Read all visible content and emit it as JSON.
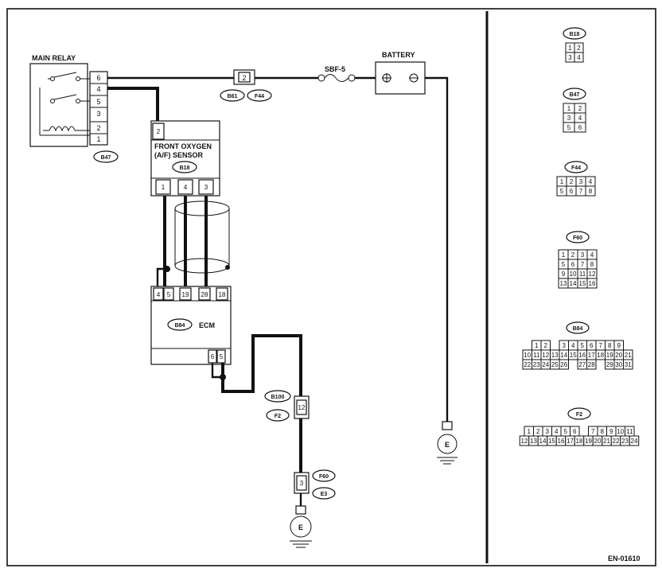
{
  "labels": {
    "main_relay": "MAIN RELAY",
    "battery": "BATTERY",
    "sbf": "SBF-5",
    "sensor_line1": "FRONT OXYGEN",
    "sensor_line2": "(A/F) SENSOR",
    "ecm": "ECM",
    "ground_symbol": "E",
    "figure_code": "EN-01610"
  },
  "connector_codes": {
    "b47": "B47",
    "b61": "B61",
    "f44": "F44",
    "b18": "B18",
    "b84": "B84",
    "b100": "B100",
    "f2": "F2",
    "f60": "F60",
    "e3": "E3"
  },
  "pins": {
    "relay": [
      "6",
      "4",
      "5",
      "3",
      "2",
      "1"
    ],
    "b61": "2",
    "sensor_top": "2",
    "sensor_bottom": [
      "1",
      "4",
      "3"
    ],
    "ecm_top": [
      "4",
      "5",
      "19",
      "28",
      "18"
    ],
    "ecm_bottom": [
      "6",
      "5"
    ],
    "b100": "12",
    "f60": "3"
  },
  "connector_faces": [
    {
      "code": "B18",
      "rows": [
        [
          "1",
          "2"
        ],
        [
          "3",
          "4"
        ]
      ]
    },
    {
      "code": "B47",
      "rows": [
        [
          "1",
          "2"
        ],
        [
          "3",
          "4"
        ],
        [
          "5",
          "6"
        ]
      ]
    },
    {
      "code": "F44",
      "rows": [
        [
          "1",
          "2",
          "3",
          "4"
        ],
        [
          "5",
          "6",
          "7",
          "8"
        ]
      ]
    },
    {
      "code": "F60",
      "rows": [
        [
          "1",
          "2",
          "3",
          "4"
        ],
        [
          "5",
          "6",
          "7",
          "8"
        ],
        [
          "9",
          "10",
          "11",
          "12"
        ],
        [
          "13",
          "14",
          "15",
          "16"
        ]
      ]
    },
    {
      "code": "B84",
      "rows": [
        [
          "1",
          "2",
          "",
          "3",
          "4",
          "5",
          "6",
          "7",
          "8",
          "9"
        ],
        [
          "10",
          "11",
          "12",
          "13",
          "14",
          "15",
          "16",
          "17",
          "18",
          "19",
          "20",
          "21"
        ],
        [
          "22",
          "23",
          "24",
          "25",
          "26",
          "",
          "27",
          "28",
          "",
          "29",
          "30",
          "31"
        ]
      ]
    },
    {
      "code": "F2",
      "rows": [
        [
          "1",
          "2",
          "3",
          "4",
          "5",
          "6",
          "",
          "7",
          "8",
          "9",
          "10",
          "11"
        ],
        [
          "12",
          "13",
          "14",
          "15",
          "16",
          "17",
          "18",
          "19",
          "20",
          "21",
          "22",
          "23",
          "24"
        ]
      ]
    }
  ]
}
